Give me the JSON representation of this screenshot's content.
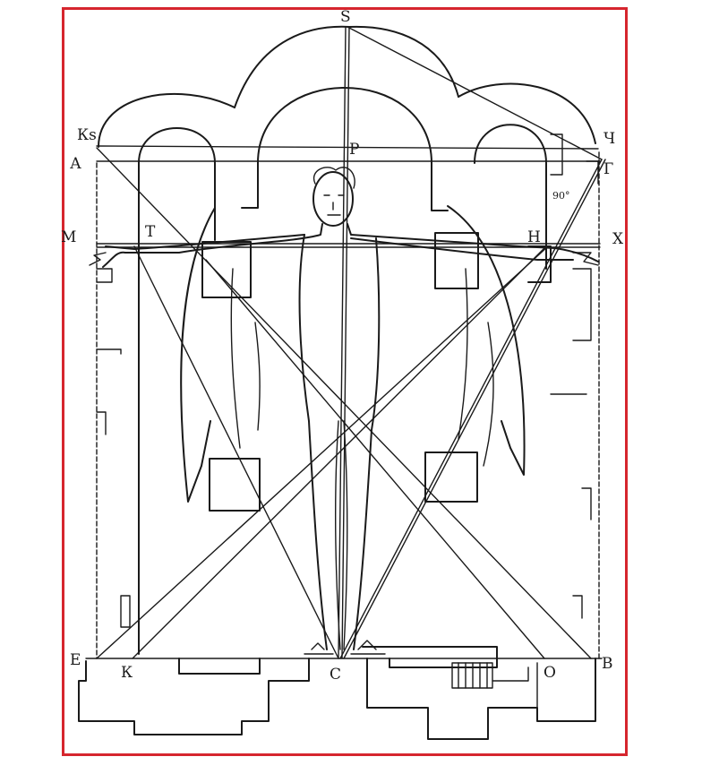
{
  "frame_color": "#d6262e",
  "ink_color": "#1a1a1a",
  "labels": {
    "S": "Ѕ",
    "Ks": "Кѕ",
    "A": "А",
    "P": "Р",
    "Ch": "Ч",
    "G": "Г",
    "angle": "90°",
    "M": "М",
    "T": "Т",
    "H": "Н",
    "X": "Х",
    "E": "Е",
    "K": "К",
    "C": "С",
    "O": "О",
    "B": "В"
  }
}
